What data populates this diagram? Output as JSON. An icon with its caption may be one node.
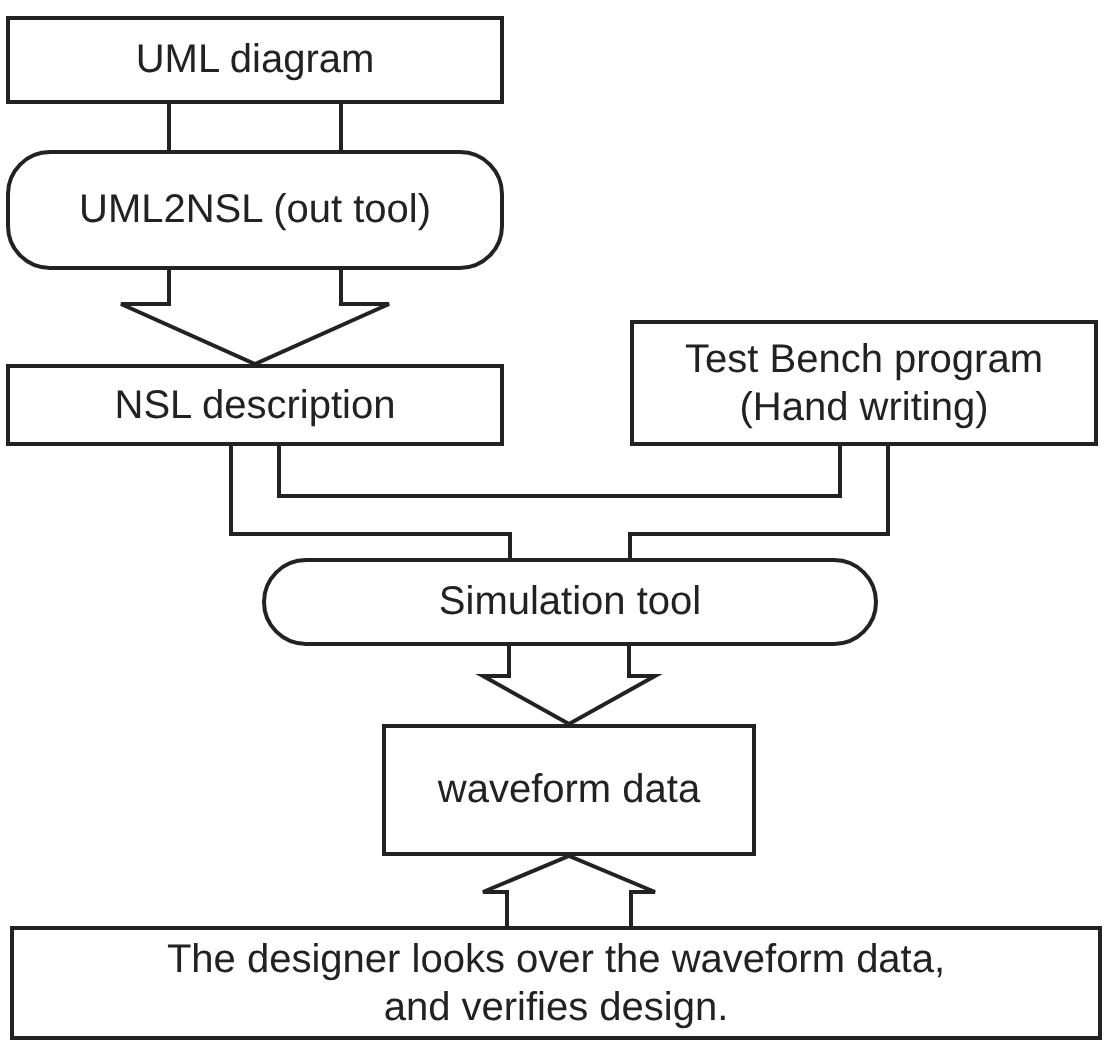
{
  "diagram": {
    "nodes": [
      {
        "text": [
          "UML diagram"
        ]
      },
      {
        "text": [
          "UML2NSL (out tool)"
        ]
      },
      {
        "text": [
          "NSL description"
        ]
      },
      {
        "text": [
          "Test Bench program (Hand writing)"
        ]
      },
      {
        "text": [
          "Simulation tool"
        ]
      },
      {
        "text": [
          "waveform data"
        ]
      },
      {
        "text": [
          "The designer looks over the waveform data, and verifies design."
        ]
      }
    ],
    "edges": [
      {
        "from": 0,
        "to": 1,
        "arrow": "none"
      },
      {
        "from": 1,
        "to": 2,
        "arrow": "to"
      },
      {
        "from": 2,
        "to": 4,
        "arrow": "none"
      },
      {
        "from": 3,
        "to": 4,
        "arrow": "none"
      },
      {
        "from": 4,
        "to": 5,
        "arrow": "to"
      },
      {
        "from": 6,
        "to": 5,
        "arrow": "to"
      }
    ]
  }
}
